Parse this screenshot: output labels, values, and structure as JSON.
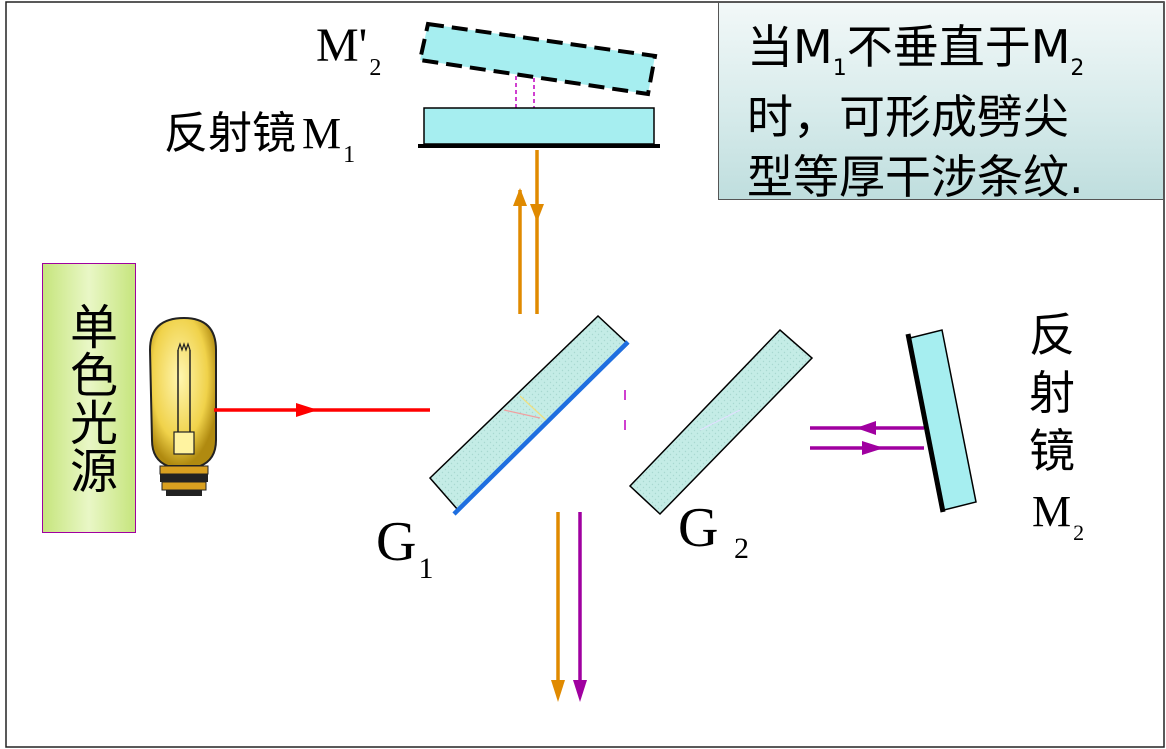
{
  "labels": {
    "m2_prime": {
      "main": "M'",
      "sub": "2"
    },
    "m1": {
      "prefix": "反射镜",
      "main": "M",
      "sub": "1"
    },
    "g1": {
      "main": "G",
      "sub": "1"
    },
    "g2": {
      "main": "G",
      "sub": "2"
    },
    "m2_side": {
      "line1": "反",
      "line2": "射",
      "line3": "镜",
      "main": "M",
      "sub": "2"
    },
    "source": "单色光源"
  },
  "note": {
    "p1": "当M",
    "sub1": "1",
    "p2": "不垂直于M",
    "sub2": "2",
    "line2": "时，可形成劈尖",
    "line3": "型等厚干涉条纹."
  },
  "colors": {
    "glass_fill": "#bfeae6",
    "mirror_fill": "#a6eef0",
    "source_ray": "#ff0000",
    "ray_orange": "#e08a00",
    "ray_purple": "#a000a0",
    "coating_blue": "#1f6fe0"
  }
}
